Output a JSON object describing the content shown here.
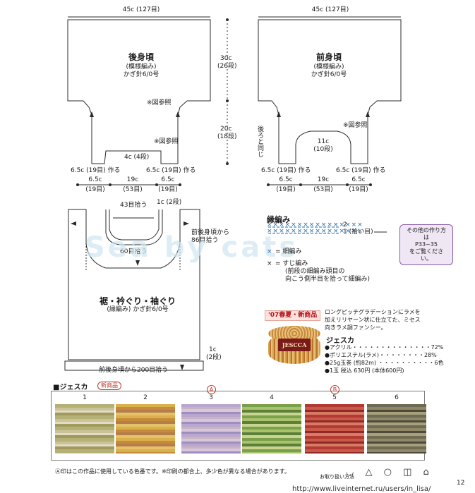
{
  "back_panel": {
    "width_top": "45c (127目)",
    "title": "後身頃",
    "stitch": "(模様編み)",
    "needle": "かぎ針6/0号",
    "ref_note_1": "※図参照",
    "ref_note_2": "※図参照",
    "center_gap": "4c (4段)",
    "left_inc": "6.5c (19目) 作る",
    "right_inc": "6.5c (19目) 作る",
    "bottom_left_top": "6.5c",
    "bottom_left_bot": "(19目)",
    "bottom_mid_top": "19c",
    "bottom_mid_bot": "(53目)",
    "bottom_right_top": "6.5c",
    "bottom_right_bot": "(19目)"
  },
  "height_scale": {
    "upper": "30c",
    "upper_rows": "(26段)",
    "lower": "20c",
    "lower_rows": "(18段)"
  },
  "front_panel": {
    "width_top": "45c (127目)",
    "title": "前身頃",
    "stitch": "(模様編み)",
    "needle": "かぎ針6/0号",
    "ref_note": "※図参照",
    "side_note": "後ろと同じ",
    "neck_depth": "11c",
    "neck_rows": "(10段)",
    "left_inc": "6.5c (19目) 作る",
    "right_inc": "6.5c (19目) 作る",
    "bottom_left_top": "6.5c",
    "bottom_left_bot": "(19目)",
    "bottom_mid_top": "19c",
    "bottom_mid_bot": "(53目)",
    "bottom_right_top": "6.5c",
    "bottom_right_bot": "(19目)"
  },
  "assembly": {
    "collar_top": "43目拾う",
    "collar_width": "1c (2段)",
    "armhole_note_1": "前後身頃から",
    "armhole_note_2": "86目拾う",
    "neck_pick": "60目拾う",
    "title": "裾・衿ぐり・袖ぐり",
    "stitch": "(縁編み) かぎ針6/0号",
    "hem_width_1": "1c",
    "hem_width_2": "(2段)",
    "hem_pick": "前後身頃から200目拾う"
  },
  "edging": {
    "title": "縁編み",
    "row2_label": "2",
    "row1_label": "1 (拾い目)",
    "legend_sc": "= 細編み",
    "legend_suji": "= すじ編み",
    "legend_suji_2": "(前段の細編み頭目の",
    "legend_suji_3": "向こう側半目を拾って細編み)",
    "legend_symbol": "×"
  },
  "other_ref": {
    "line1": "その他の作り方は",
    "line2": "P33~35",
    "line3": "をご覧ください。"
  },
  "watermark": "Sea by cats",
  "product": {
    "season_tag": "'07春夏・新商品",
    "description_1": "ロングピッチグラデーションにラメを",
    "description_2": "加えリリヤーン状に仕立てた、ミセス",
    "description_3": "向きラメ調ファンシー。",
    "name": "ジェスカ",
    "label_text": "JESCCA",
    "spec_1": "●アクリル・・・・・・・・・・・・・・72%",
    "spec_2": "●ポリエステル(ラメ)・・・・・・・・28%",
    "spec_3": "●25g玉巻 (約82m) ・・・・・・・・・・6色",
    "spec_4": "●1玉 税込 630円 (本体600円)"
  },
  "swatches": {
    "heading": "■ジェスカ",
    "new_badge": "新商品",
    "items": [
      {
        "num": "1",
        "marker": ""
      },
      {
        "num": "2",
        "marker": ""
      },
      {
        "num": "3",
        "marker": "A"
      },
      {
        "num": "4",
        "marker": ""
      },
      {
        "num": "5",
        "marker": "B"
      },
      {
        "num": "6",
        "marker": ""
      }
    ],
    "footnote": "Ⓐ印はこの作品に使用している色番です。※印刷の都合上、多少色が異なる場合があります。",
    "care_label": "お取り扱い方法",
    "page_number": "12",
    "url_watermark": "http://www.liveinternet.ru/users/in_lisa/"
  },
  "colors": {
    "line": "#2b2b2b",
    "accent_red": "#c0392b",
    "lavender": "#8a5aa8",
    "swatch_border": "#7a7a7a"
  }
}
